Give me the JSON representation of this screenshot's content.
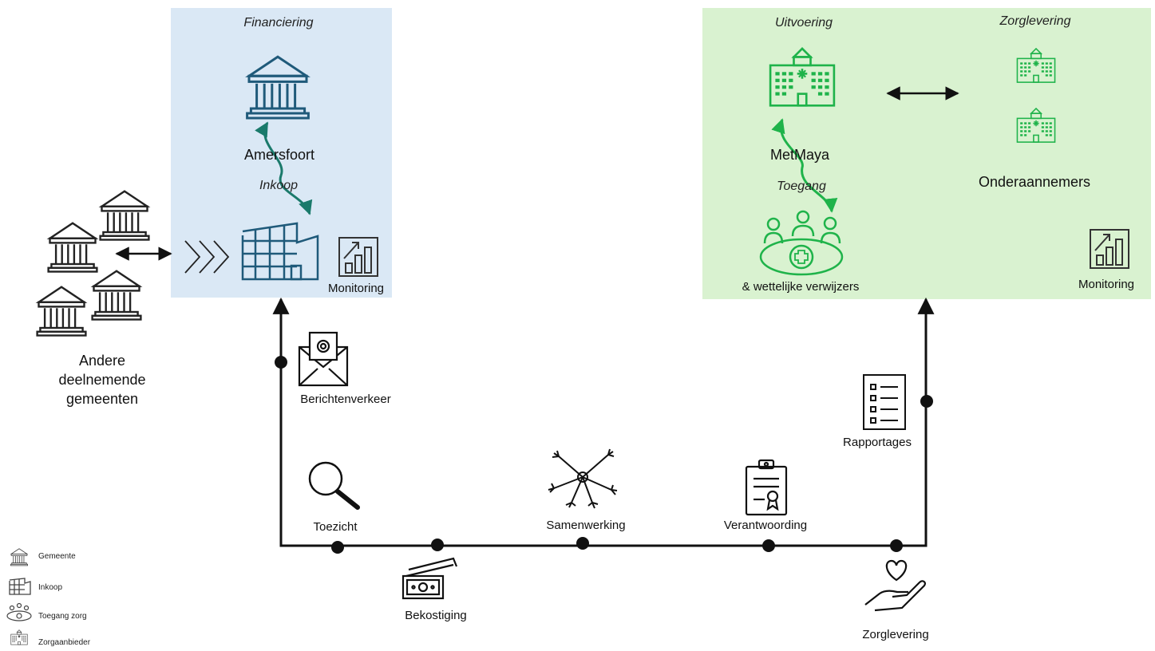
{
  "colors": {
    "blue_panel": "#dae8f5",
    "green_panel": "#d9f2d0",
    "blue_icon": "#1f5a7a",
    "green_icon": "#1fb34a",
    "teal_arrow": "#1a7a6b"
  },
  "financing_section": {
    "heading": "Financiering",
    "municipality_label": "Amersfoort",
    "purchasing_label": "Inkoop",
    "monitoring_label": "Monitoring"
  },
  "execution_section": {
    "heading_execution": "Uitvoering",
    "heading_care": "Zorglevering",
    "provider_label": "MetMaya",
    "access_label": "Toegang",
    "referrers_label": "& wettelijke verwijzers",
    "subcontractors_label": "Onderaannemers",
    "monitoring_label": "Monitoring"
  },
  "other_municipalities": {
    "line1": "Andere",
    "line2": "deelnemende",
    "line3": "gemeenten"
  },
  "flow_labels": {
    "messaging": "Berichtenverkeer",
    "supervision": "Toezicht",
    "funding": "Bekostiging",
    "cooperation": "Samenwerking",
    "accountability": "Verantwoording",
    "care_delivery": "Zorglevering",
    "reports": "Rapportages"
  },
  "legend": [
    {
      "icon": "municipality-icon",
      "label": "Gemeente"
    },
    {
      "icon": "purchasing-icon",
      "label": "Inkoop"
    },
    {
      "icon": "care-access-icon",
      "label": "Toegang zorg"
    },
    {
      "icon": "care-provider-icon",
      "label": "Zorgaanbieder"
    }
  ]
}
